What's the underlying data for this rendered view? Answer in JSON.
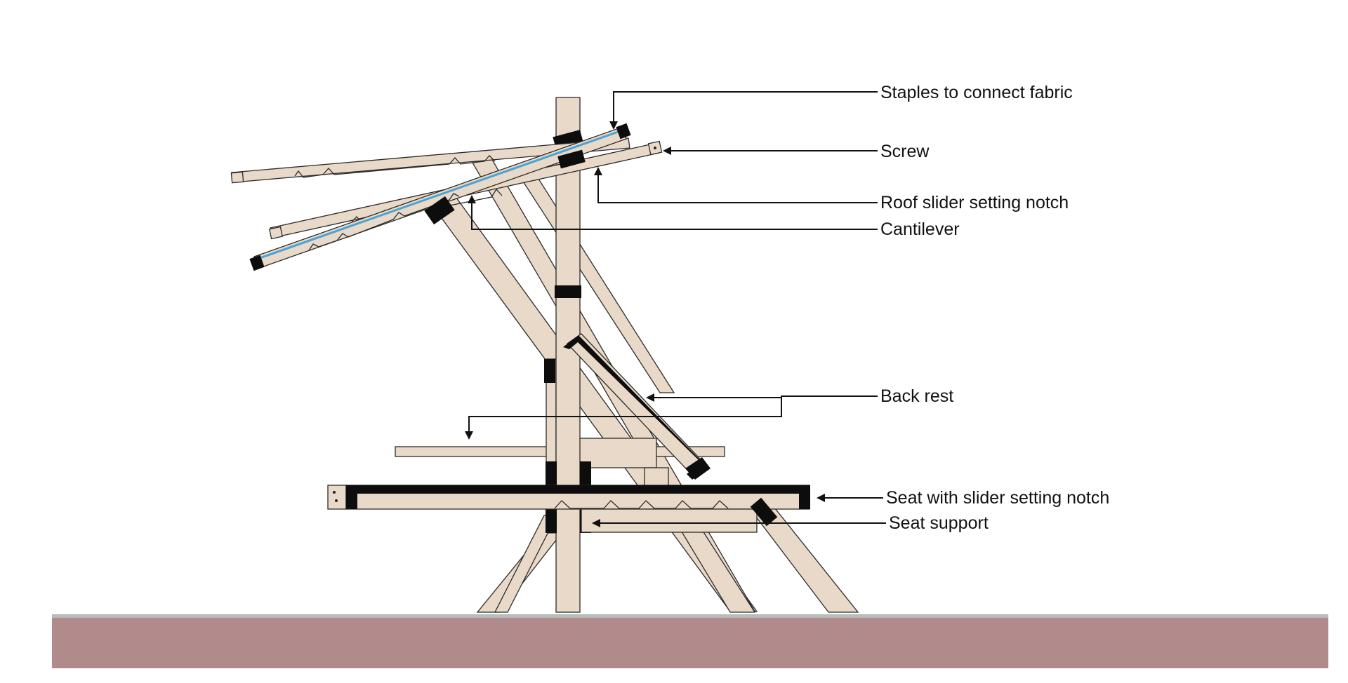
{
  "colors": {
    "ground": "#b18b8b",
    "ground_edge": "#b9bcbc",
    "wood": "#e8d9c8",
    "joint": "#0d0d0d",
    "fabric": "#4aa3d8"
  },
  "labels": {
    "staples": "Staples to connect fabric",
    "screw": "Screw",
    "roof_notch": "Roof slider setting notch",
    "cantilever": "Cantilever",
    "back_rest": "Back rest",
    "seat_notch": "Seat with slider setting notch",
    "seat_support": "Seat support"
  }
}
